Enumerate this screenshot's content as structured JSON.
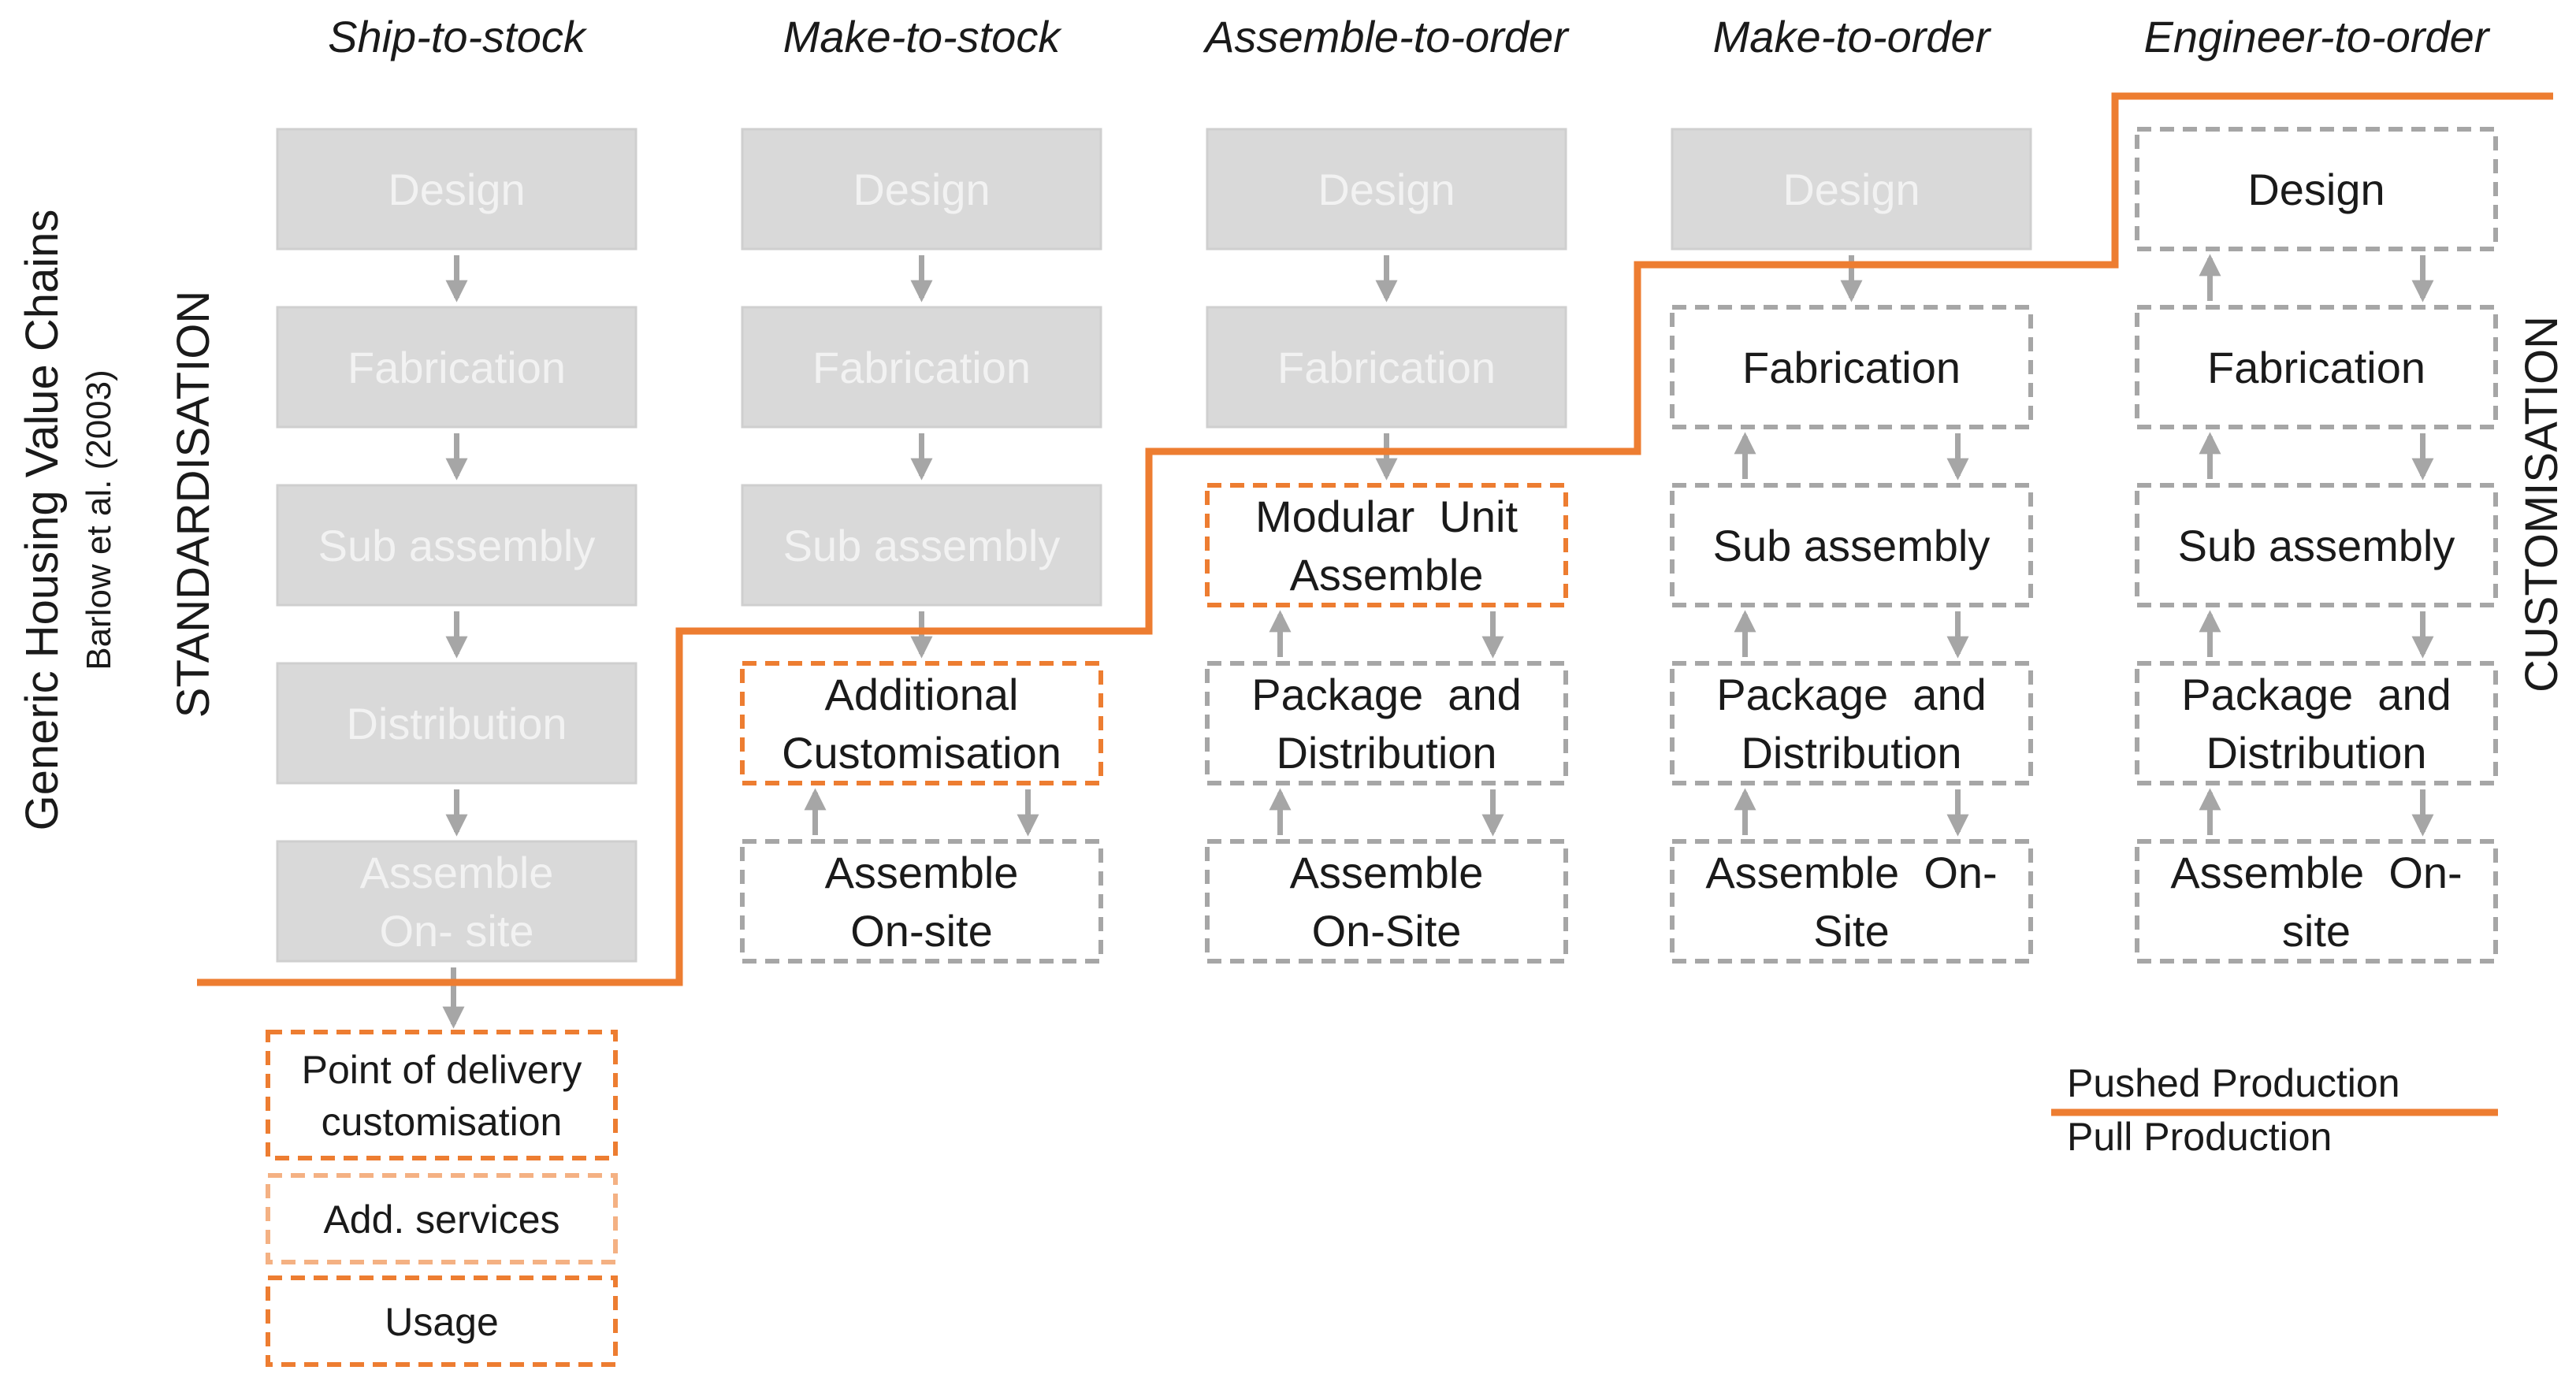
{
  "colors": {
    "orange": "#ED7D31",
    "light_orange": "#F4B183",
    "grey_fill": "#D9D9D9",
    "grey_text": "#F2F2F2",
    "dashed_grey": "#A6A6A6",
    "arrow": "#A6A6A6",
    "text": "#1A1A1A"
  },
  "side_labels": {
    "generic_title": "Generic  Housing Value Chains",
    "citation": "Barlow et al. (2003)",
    "standardisation": "STANDARDISATION",
    "customisation": "CUSTOMISATION"
  },
  "columns": [
    {
      "header": "Ship-to-stock",
      "steps": [
        {
          "lines": [
            "Design"
          ],
          "style": "pushed"
        },
        {
          "lines": [
            "Fabrication"
          ],
          "style": "pushed"
        },
        {
          "lines": [
            "Sub assembly"
          ],
          "style": "pushed"
        },
        {
          "lines": [
            "Distribution"
          ],
          "style": "pushed"
        },
        {
          "lines": [
            "Assemble",
            "On- site"
          ],
          "style": "pushed"
        }
      ],
      "extras": [
        {
          "lines": [
            "Point of delivery",
            "customisation"
          ],
          "style": "orange"
        },
        {
          "lines": [
            "Add. services"
          ],
          "style": "light-orange"
        },
        {
          "lines": [
            "Usage"
          ],
          "style": "orange"
        }
      ]
    },
    {
      "header": "Make-to-stock",
      "steps": [
        {
          "lines": [
            "Design"
          ],
          "style": "pushed"
        },
        {
          "lines": [
            "Fabrication"
          ],
          "style": "pushed"
        },
        {
          "lines": [
            "Sub assembly"
          ],
          "style": "pushed"
        },
        {
          "lines": [
            "Additional",
            "Customisation"
          ],
          "style": "orange"
        },
        {
          "lines": [
            "Assemble",
            "On-site"
          ],
          "style": "pull"
        }
      ]
    },
    {
      "header": "Assemble-to-order",
      "steps": [
        {
          "lines": [
            "Design"
          ],
          "style": "pushed"
        },
        {
          "lines": [
            "Fabrication"
          ],
          "style": "pushed"
        },
        {
          "lines": [
            "Modular  Unit",
            "Assemble"
          ],
          "style": "orange"
        },
        {
          "lines": [
            "Package  and",
            "Distribution"
          ],
          "style": "pull"
        },
        {
          "lines": [
            "Assemble",
            "On-Site"
          ],
          "style": "pull"
        }
      ]
    },
    {
      "header": "Make-to-order",
      "steps": [
        {
          "lines": [
            "Design"
          ],
          "style": "pushed"
        },
        {
          "lines": [
            "Fabrication"
          ],
          "style": "pull"
        },
        {
          "lines": [
            "Sub assembly"
          ],
          "style": "pull"
        },
        {
          "lines": [
            "Package  and",
            "Distribution"
          ],
          "style": "pull"
        },
        {
          "lines": [
            "Assemble  On-",
            "Site"
          ],
          "style": "pull"
        }
      ]
    },
    {
      "header": "Engineer-to-order",
      "steps": [
        {
          "lines": [
            "Design"
          ],
          "style": "pull"
        },
        {
          "lines": [
            "Fabrication"
          ],
          "style": "pull"
        },
        {
          "lines": [
            "Sub assembly"
          ],
          "style": "pull"
        },
        {
          "lines": [
            "Package  and",
            "Distribution"
          ],
          "style": "pull"
        },
        {
          "lines": [
            "Assemble  On-",
            "site"
          ],
          "style": "pull"
        }
      ]
    }
  ],
  "legend": {
    "pushed": "Pushed Production",
    "pull": "Pull Production"
  }
}
